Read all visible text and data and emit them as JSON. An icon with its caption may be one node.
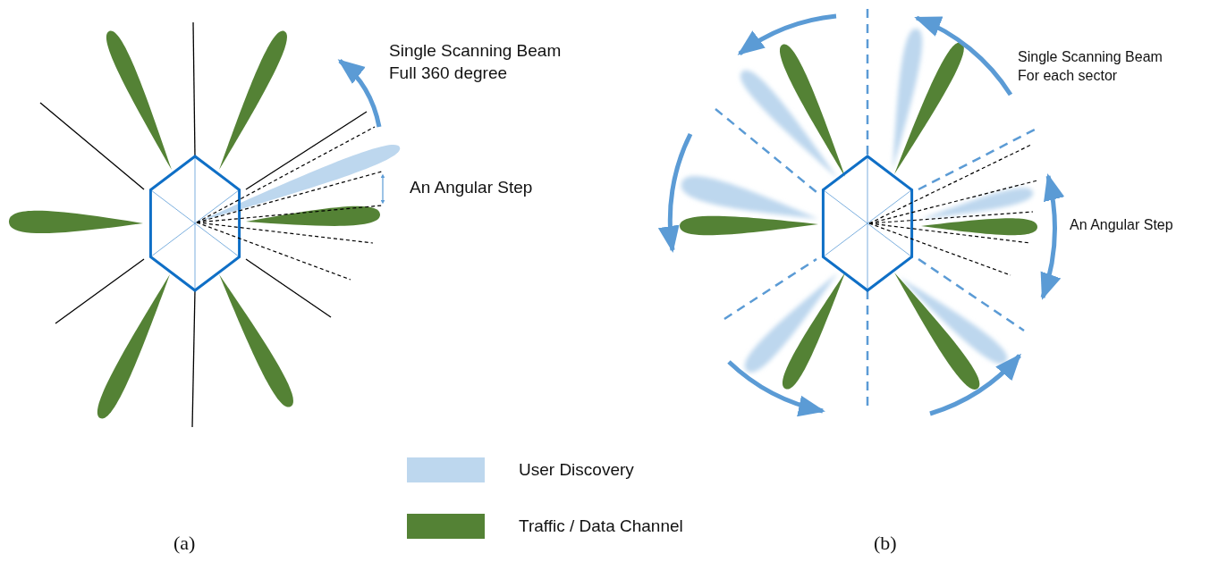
{
  "diagram": {
    "labels": [
      "Single Scanning Beam Full 360 degree",
      "An Angular Step",
      "Single Scanning Beam For each sector",
      "An Angular Step",
      "(a)",
      "(b)"
    ],
    "legend": [
      {
        "text": "User Discovery",
        "color": "#bdd7ee"
      },
      {
        "text": "Traffic / Data Channel",
        "color": "#548235"
      }
    ]
  }
}
